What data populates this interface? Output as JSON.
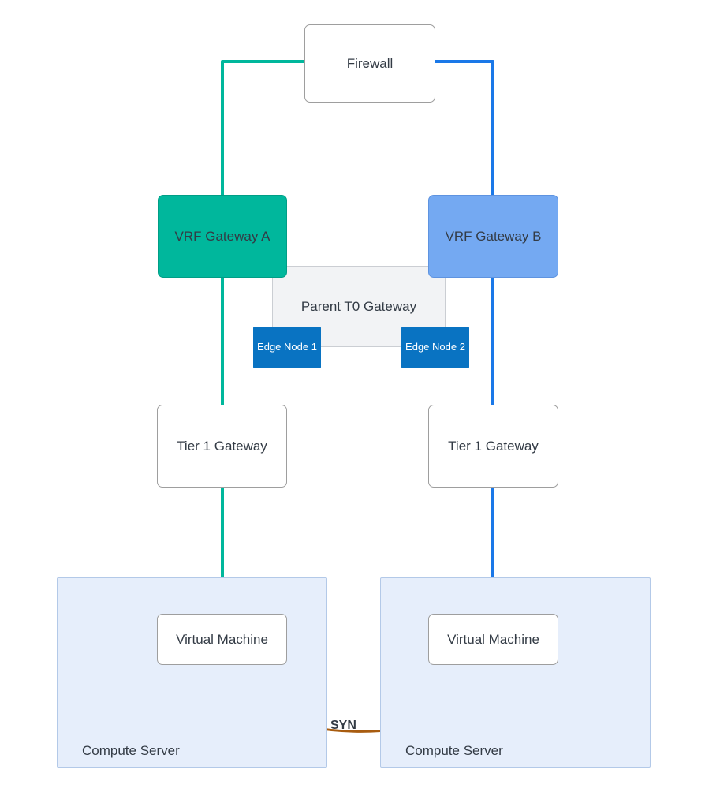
{
  "colors": {
    "teal": "#00b79c",
    "teal_border": "#009e86",
    "blue_line": "#1a78e8",
    "vrf_b_fill": "#74a9f2",
    "vrf_b_border": "#5e93e0",
    "edge_fill": "#0973c2",
    "parent_fill": "#f2f3f5",
    "parent_border": "#cbced3",
    "node_border": "#9e9e9e",
    "compute_fill": "#e6eefb",
    "compute_border": "#b3c9e8",
    "text": "#333b45",
    "syn_arrow": "#a85c10"
  },
  "diagram": {
    "firewall": {
      "label": "Firewall"
    },
    "vrf_gateway_a": {
      "label": "VRF Gateway A"
    },
    "vrf_gateway_b": {
      "label": "VRF Gateway B"
    },
    "parent_t0_gateway": {
      "label": "Parent T0 Gateway"
    },
    "edge_node_1": {
      "label": "Edge Node 1"
    },
    "edge_node_2": {
      "label": "Edge Node 2"
    },
    "tier1_gateway_left": {
      "label": "Tier 1 Gateway"
    },
    "tier1_gateway_right": {
      "label": "Tier 1 Gateway"
    },
    "virtual_machine_left": {
      "label": "Virtual Machine"
    },
    "virtual_machine_right": {
      "label": "Virtual Machine"
    },
    "compute_server_left": {
      "label": "Compute Server"
    },
    "compute_server_right": {
      "label": "Compute Server"
    },
    "flow_label_syn": {
      "label": "SYN"
    }
  }
}
